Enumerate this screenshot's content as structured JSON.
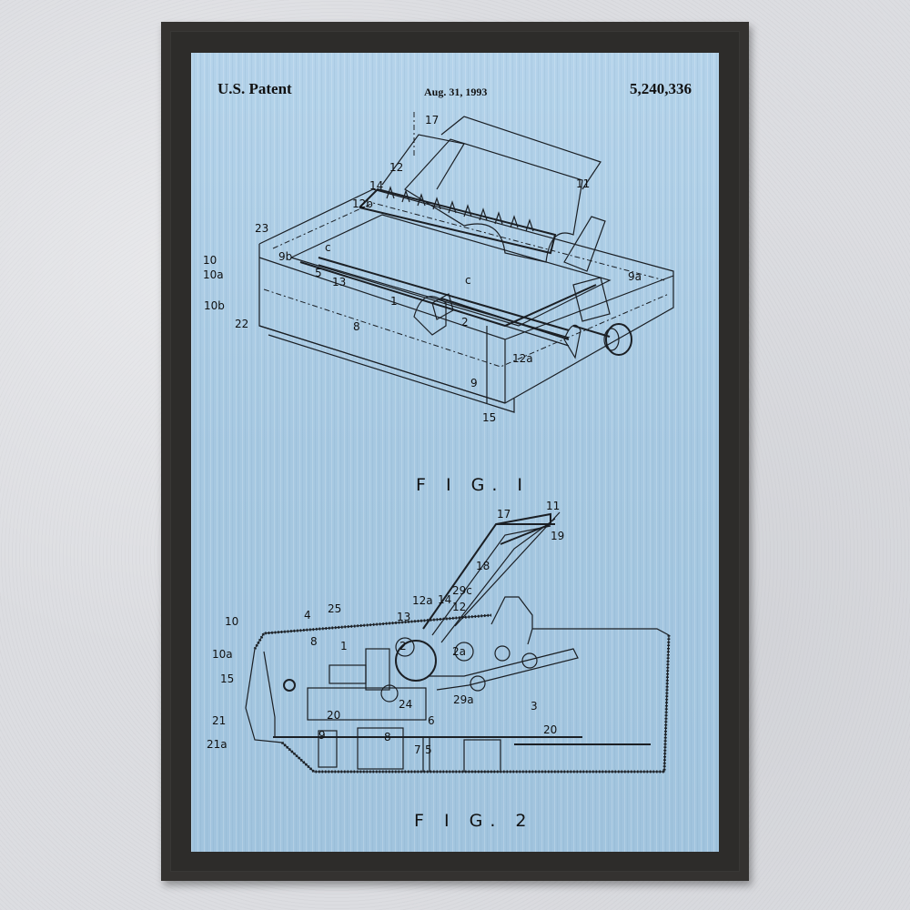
{
  "poster": {
    "header": {
      "left": "U.S. Patent",
      "date": "Aug. 31, 1993",
      "patent_number": "5,240,336"
    },
    "figures": [
      {
        "label": "F I G. I",
        "callouts": [
          "17",
          "12",
          "14",
          "12b",
          "23",
          "9b",
          "10",
          "10a",
          "10b",
          "22",
          "c",
          "5",
          "13",
          "1",
          "8",
          "2",
          "c",
          "11",
          "9a",
          "12a",
          "9",
          "15"
        ]
      },
      {
        "label": "F I G. 2",
        "callouts": [
          "17",
          "11",
          "19",
          "18",
          "29c",
          "12a",
          "14",
          "12",
          "13",
          "10",
          "4",
          "25",
          "10a",
          "8",
          "1",
          "2",
          "2a",
          "15",
          "24",
          "6",
          "29a",
          "3",
          "21",
          "20",
          "21a",
          "9",
          "8",
          "7",
          "5",
          "20"
        ]
      }
    ]
  },
  "colors": {
    "mat": "#a9cbe4",
    "frame": "#343230",
    "wall": "#dcdde1",
    "ink": "#111111"
  }
}
